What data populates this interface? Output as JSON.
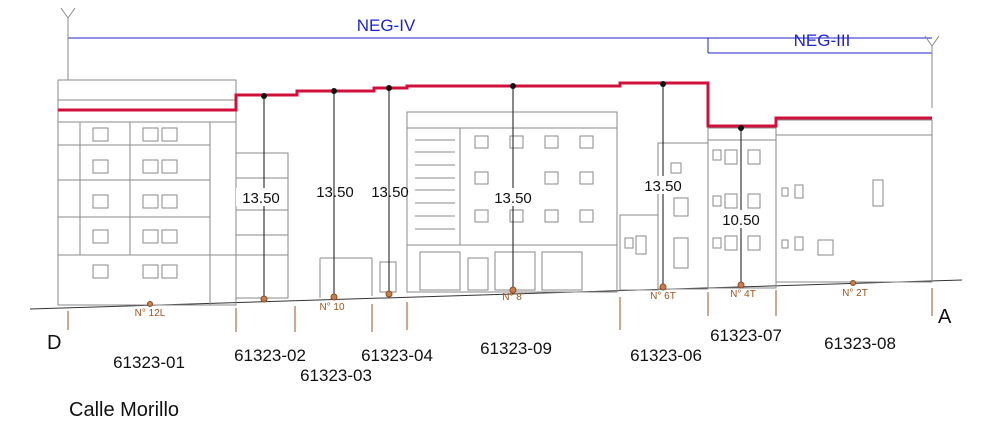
{
  "bands": [
    {
      "label": "NEG-IV",
      "color": "#1f24c8"
    },
    {
      "label": "NEG-III",
      "color": "#1f24c8"
    }
  ],
  "heights": [
    "13.50",
    "13.50",
    "13.50",
    "13.50",
    "13.50",
    "10.50"
  ],
  "street_numbers": [
    "N° 12L",
    "N° 10",
    "N° 8",
    "N° 6T",
    "N° 4T",
    "N° 2T"
  ],
  "parcels": [
    "61323-01",
    "61323-02",
    "61323-03",
    "61323-04",
    "61323-09",
    "61323-06",
    "61323-07",
    "61323-08"
  ],
  "ends": {
    "left": "D",
    "right": "A"
  },
  "street": "Calle Morillo",
  "colors": {
    "roof_line": "#d0103a",
    "marker": "#a0521e",
    "band": "#1f24c8"
  }
}
